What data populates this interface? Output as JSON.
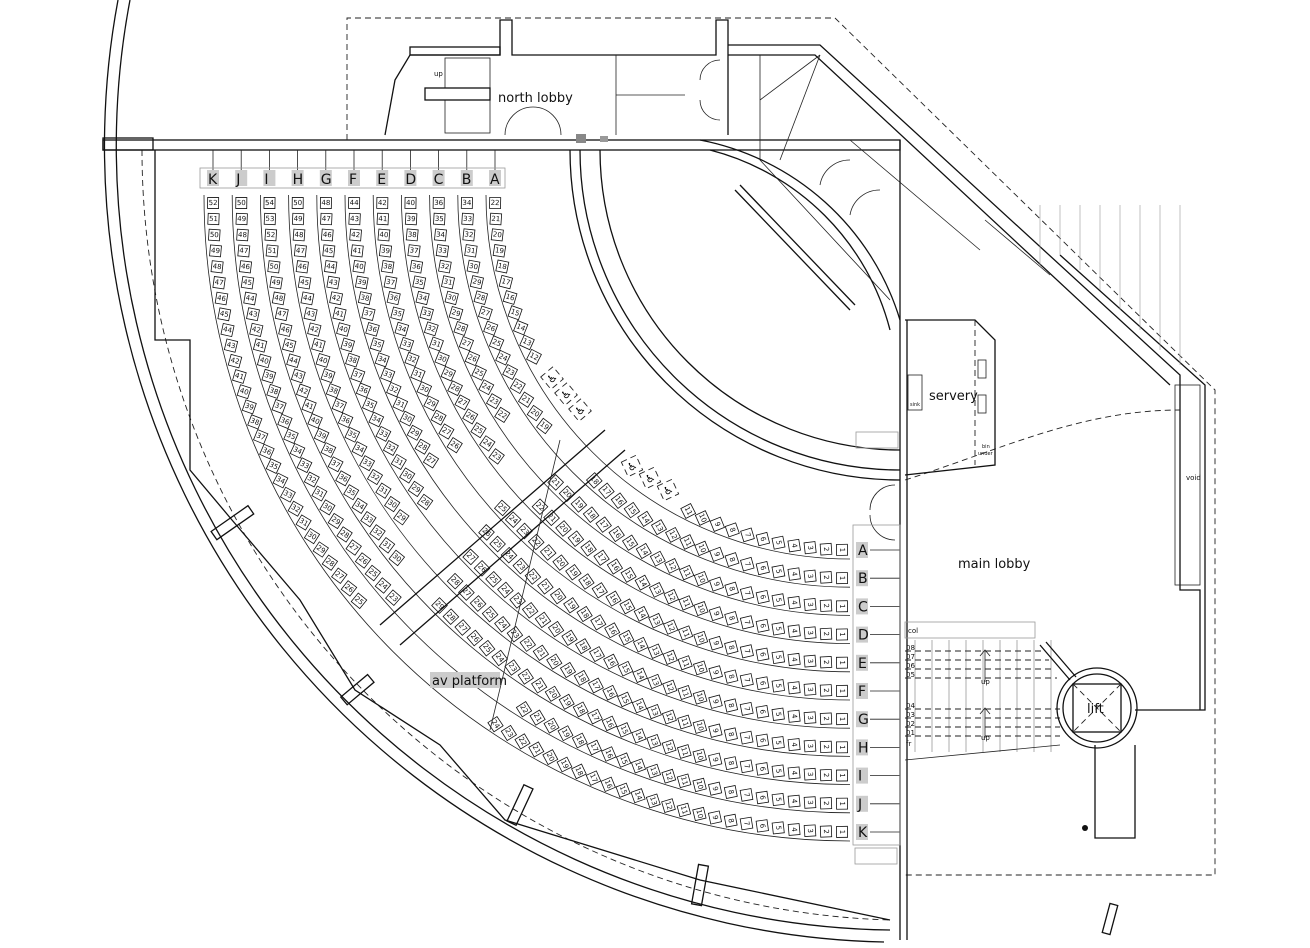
{
  "rooms": {
    "north_lobby": "north lobby",
    "servery": "servery",
    "main_lobby": "main lobby",
    "lift": "lift",
    "void": "void",
    "av_platform": "av platform",
    "sink": "sink",
    "bin_under_1": "bin",
    "bin_under_2": "under",
    "col": "col",
    "fr": "fr"
  },
  "stairs": {
    "up_label": "up",
    "steps_upper": [
      "08",
      "07",
      "06",
      "05"
    ],
    "steps_lower": [
      "04",
      "03",
      "02",
      "01"
    ]
  },
  "rows": [
    {
      "label": "A",
      "seats": 22
    },
    {
      "label": "B",
      "seats": 34
    },
    {
      "label": "C",
      "seats": 36
    },
    {
      "label": "D",
      "seats": 40
    },
    {
      "label": "E",
      "seats": 42
    },
    {
      "label": "F",
      "seats": 44
    },
    {
      "label": "G",
      "seats": 48
    },
    {
      "label": "H",
      "seats": 50
    },
    {
      "label": "I",
      "seats": 54
    },
    {
      "label": "J",
      "seats": 50
    },
    {
      "label": "K",
      "seats": 52
    }
  ],
  "wheelchair_symbol": "♿",
  "colors": {
    "line": "#111111",
    "label_bg": "#cccccc",
    "grey_line": "#999999"
  }
}
